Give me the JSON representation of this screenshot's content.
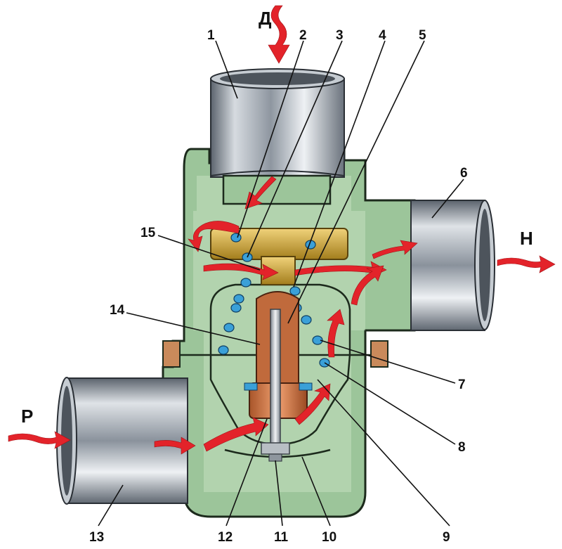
{
  "flow_labels": {
    "top": "Д",
    "right": "Н",
    "left": "Р"
  },
  "part_numbers": [
    "1",
    "2",
    "3",
    "4",
    "5",
    "6",
    "7",
    "8",
    "9",
    "10",
    "11",
    "12",
    "13",
    "14",
    "15"
  ],
  "colors": {
    "housing": "#9cc59a",
    "flow_arrow": "#e3232a",
    "brass_valve": "#c9a53a",
    "spring": "#3aa0d8",
    "pipe_metal": "#9aa4b0"
  }
}
